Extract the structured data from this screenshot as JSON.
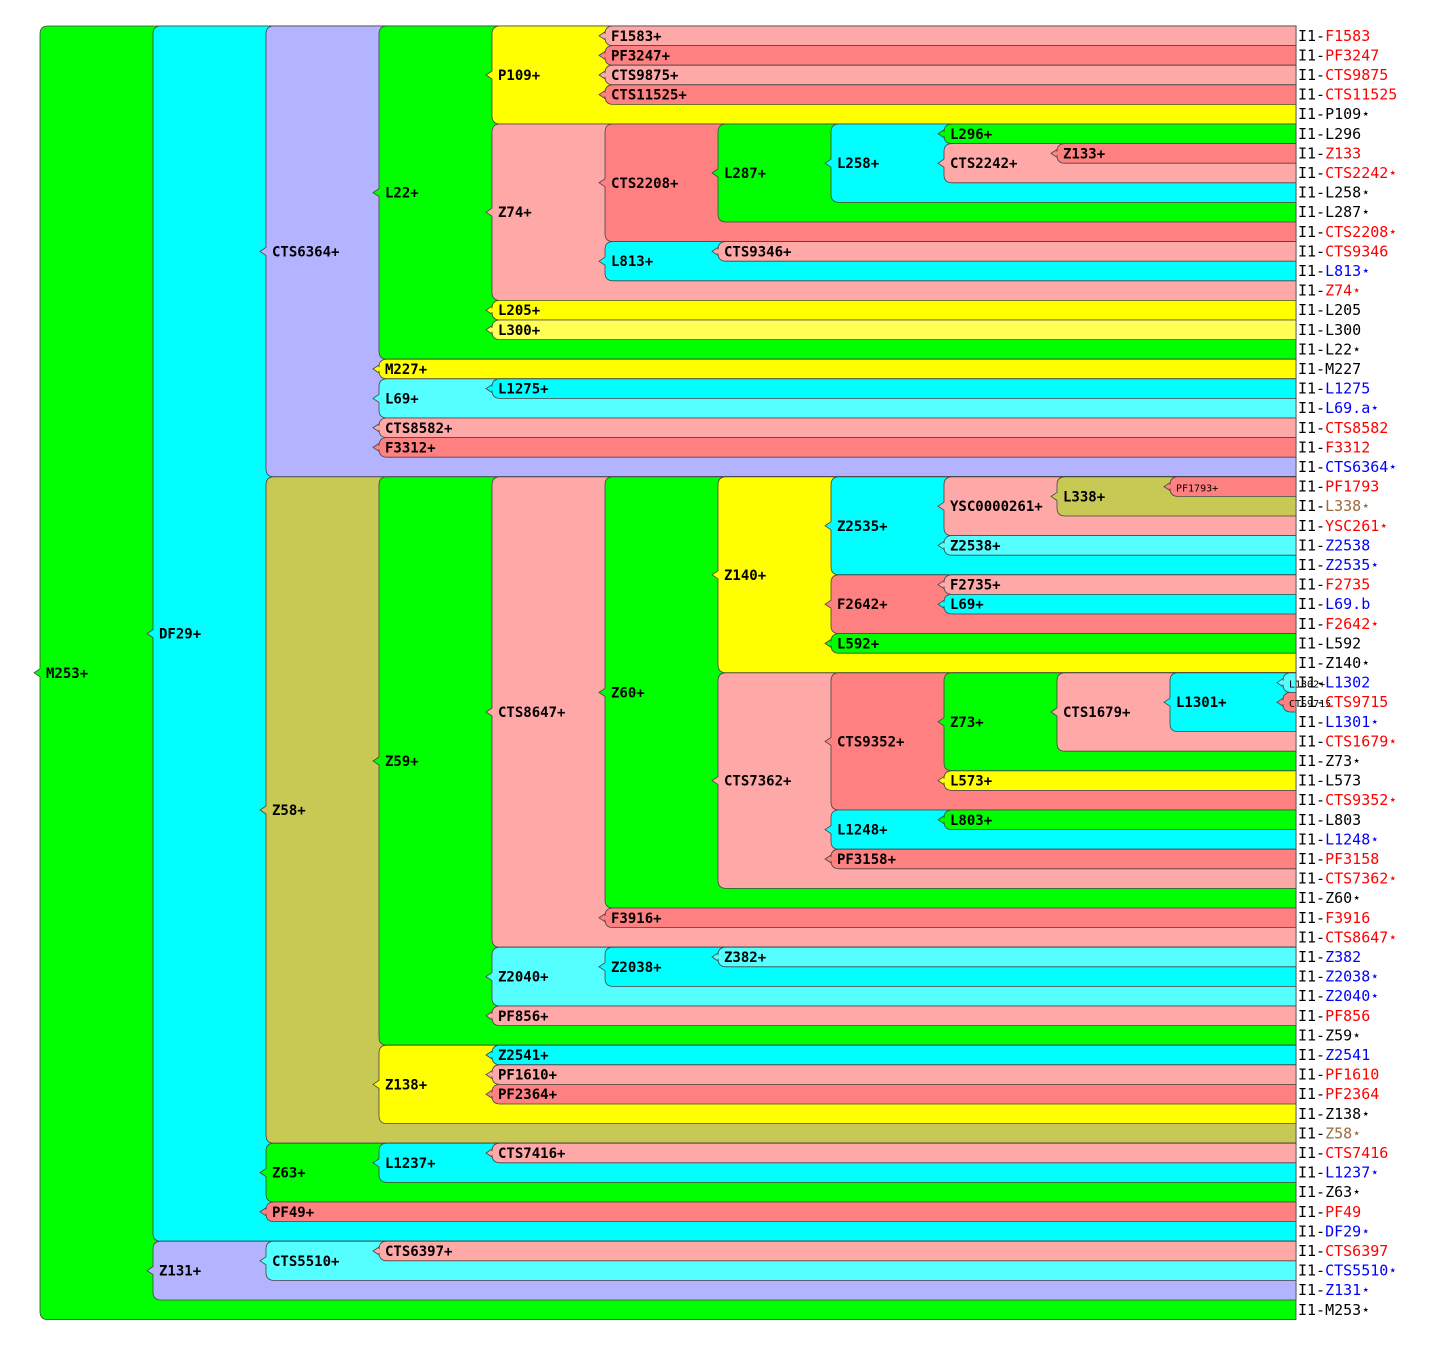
{
  "tree": {
    "label": "M253+",
    "leaf": "M253",
    "color": "#00ff00",
    "children": [
      {
        "label": "DF29+",
        "leaf": "DF29",
        "color": "#00ffff",
        "children": [
          {
            "label": "CTS6364+",
            "leaf": "CTS6364",
            "color": "#b3b3ff",
            "children": [
              {
                "label": "L22+",
                "leaf": "L22",
                "color": "#00ff00",
                "children": [
                  {
                    "label": "P109+",
                    "leaf": "P109",
                    "color": "#ffff00",
                    "children": [
                      {
                        "label": "F1583+",
                        "color": "#ffa8a8"
                      },
                      {
                        "label": "PF3247+",
                        "color": "#ff8080"
                      },
                      {
                        "label": "CTS9875+",
                        "color": "#ffa8a8"
                      },
                      {
                        "label": "CTS11525+",
                        "color": "#ff8080"
                      }
                    ]
                  },
                  {
                    "label": "Z74+",
                    "leaf": "Z74",
                    "color": "#ffa8a8",
                    "children": [
                      {
                        "label": "CTS2208+",
                        "leaf": "CTS2208",
                        "color": "#ff8080",
                        "children": [
                          {
                            "label": "L287+",
                            "leaf": "L287",
                            "color": "#00ff00",
                            "children": [
                              {
                                "label": "L258+",
                                "leaf": "L258",
                                "color": "#00ffff",
                                "children": [
                                  {
                                    "label": "L296+",
                                    "color": "#00ff00"
                                  },
                                  {
                                    "label": "CTS2242+",
                                    "leaf": "CTS2242",
                                    "color": "#ffa8a8",
                                    "children": [
                                      {
                                        "label": "Z133+",
                                        "color": "#ff8080"
                                      }
                                    ]
                                  }
                                ]
                              }
                            ]
                          }
                        ]
                      },
                      {
                        "label": "L813+",
                        "leaf": "L813",
                        "color": "#00ffff",
                        "children": [
                          {
                            "label": "CTS9346+",
                            "color": "#ffa8a8"
                          }
                        ]
                      }
                    ]
                  },
                  {
                    "label": "L205+",
                    "color": "#ffff00"
                  },
                  {
                    "label": "L300+",
                    "color": "#ffff55"
                  }
                ]
              },
              {
                "label": "M227+",
                "color": "#ffff00"
              },
              {
                "label": "L69+",
                "leaf": "L69.a",
                "color": "#55ffff",
                "children": [
                  {
                    "label": "L1275+",
                    "color": "#00ffff"
                  }
                ]
              },
              {
                "label": "CTS8582+",
                "color": "#ffa8a8"
              },
              {
                "label": "F3312+",
                "color": "#ff8080"
              }
            ]
          },
          {
            "label": "Z58+",
            "leaf": "Z58",
            "color": "#c8c855",
            "children": [
              {
                "label": "Z59+",
                "leaf": "Z59",
                "color": "#00ff00",
                "children": [
                  {
                    "label": "CTS8647+",
                    "leaf": "CTS8647",
                    "color": "#ffa8a8",
                    "children": [
                      {
                        "label": "Z60+",
                        "leaf": "Z60",
                        "color": "#00ff00",
                        "children": [
                          {
                            "label": "Z140+",
                            "leaf": "Z140",
                            "color": "#ffff00",
                            "children": [
                              {
                                "label": "Z2535+",
                                "leaf": "Z2535",
                                "color": "#00ffff",
                                "children": [
                                  {
                                    "label": "YSC0000261+",
                                    "leaf": "YSC261",
                                    "color": "#ffa8a8",
                                    "children": [
                                      {
                                        "label": "L338+",
                                        "leaf": "L338",
                                        "color": "#c8c855",
                                        "children": [
                                          {
                                            "label": "PF1793+",
                                            "leaf": "PF1793",
                                            "small": true,
                                            "color": "#ff8080"
                                          }
                                        ]
                                      }
                                    ]
                                  },
                                  {
                                    "label": "Z2538+",
                                    "color": "#55ffff"
                                  }
                                ]
                              },
                              {
                                "label": "F2642+",
                                "leaf": "F2642",
                                "color": "#ff8080",
                                "children": [
                                  {
                                    "label": "F2735+",
                                    "color": "#ffa8a8"
                                  },
                                  {
                                    "label": "L69+",
                                    "leaf": "L69.b",
                                    "color": "#00ffff"
                                  }
                                ]
                              },
                              {
                                "label": "L592+",
                                "color": "#00ff00"
                              }
                            ]
                          },
                          {
                            "label": "CTS7362+",
                            "leaf": "CTS7362",
                            "color": "#ffa8a8",
                            "children": [
                              {
                                "label": "CTS9352+",
                                "leaf": "CTS9352",
                                "color": "#ff8080",
                                "children": [
                                  {
                                    "label": "Z73+",
                                    "leaf": "Z73",
                                    "color": "#00ff00",
                                    "children": [
                                      {
                                        "label": "CTS1679+",
                                        "leaf": "CTS1679",
                                        "color": "#ffa8a8",
                                        "children": [
                                          {
                                            "label": "L1301+",
                                            "leaf": "L1301",
                                            "color": "#00ffff",
                                            "children": [
                                              {
                                                "label": "L1302+",
                                                "leaf": "L1302",
                                                "small": true,
                                                "color": "#55ffff"
                                              },
                                              {
                                                "label": "CTS9715",
                                                "leaf": "CTS9715",
                                                "small": true,
                                                "color": "#ff8080"
                                              }
                                            ]
                                          }
                                        ]
                                      }
                                    ]
                                  },
                                  {
                                    "label": "L573+",
                                    "color": "#ffff00"
                                  }
                                ]
                              },
                              {
                                "label": "L1248+",
                                "leaf": "L1248",
                                "color": "#00ffff",
                                "children": [
                                  {
                                    "label": "L803+",
                                    "color": "#00ff00"
                                  }
                                ]
                              },
                              {
                                "label": "PF3158+",
                                "color": "#ff8080"
                              }
                            ]
                          }
                        ]
                      },
                      {
                        "label": "F3916+",
                        "color": "#ff8080"
                      }
                    ]
                  },
                  {
                    "label": "Z2040+",
                    "leaf": "Z2040",
                    "color": "#55ffff",
                    "children": [
                      {
                        "label": "Z2038+",
                        "leaf": "Z2038",
                        "color": "#00ffff",
                        "children": [
                          {
                            "label": "Z382+",
                            "color": "#55ffff"
                          }
                        ]
                      }
                    ]
                  },
                  {
                    "label": "PF856+",
                    "color": "#ffa8a8"
                  }
                ]
              },
              {
                "label": "Z138+",
                "leaf": "Z138",
                "color": "#ffff00",
                "children": [
                  {
                    "label": "Z2541+",
                    "color": "#00ffff"
                  },
                  {
                    "label": "PF1610+",
                    "color": "#ffa8a8"
                  },
                  {
                    "label": "PF2364+",
                    "color": "#ff8080"
                  }
                ]
              }
            ]
          },
          {
            "label": "Z63+",
            "leaf": "Z63",
            "color": "#00ff00",
            "children": [
              {
                "label": "L1237+",
                "leaf": "L1237",
                "color": "#00ffff",
                "children": [
                  {
                    "label": "CTS7416+",
                    "color": "#ffa8a8"
                  }
                ]
              }
            ]
          },
          {
            "label": "PF49+",
            "color": "#ff8080"
          }
        ]
      },
      {
        "label": "Z131+",
        "leaf": "Z131",
        "color": "#b3b3ff",
        "children": [
          {
            "label": "CTS5510+",
            "leaf": "CTS5510",
            "color": "#55ffff",
            "children": [
              {
                "label": "CTS6397+",
                "color": "#ffa8a8"
              }
            ]
          }
        ]
      }
    ]
  },
  "rows": [
    {
      "prefix": "I1-",
      "name": "F1583",
      "color": "#ff0000"
    },
    {
      "prefix": "I1-",
      "name": "PF3247",
      "color": "#ff0000"
    },
    {
      "prefix": "I1-",
      "name": "CTS9875",
      "color": "#ff0000"
    },
    {
      "prefix": "I1-",
      "name": "CTS11525",
      "color": "#ff0000"
    },
    {
      "prefix": "I1-",
      "name": "P109⋆",
      "color": "#000000"
    },
    {
      "prefix": "I1-",
      "name": "L296",
      "color": "#000000"
    },
    {
      "prefix": "I1-",
      "name": "Z133",
      "color": "#ff0000"
    },
    {
      "prefix": "I1-",
      "name": "CTS2242⋆",
      "color": "#ff0000"
    },
    {
      "prefix": "I1-",
      "name": "L258⋆",
      "color": "#000000"
    },
    {
      "prefix": "I1-",
      "name": "L287⋆",
      "color": "#000000"
    },
    {
      "prefix": "I1-",
      "name": "CTS2208⋆",
      "color": "#ff0000"
    },
    {
      "prefix": "I1-",
      "name": "CTS9346",
      "color": "#ff0000"
    },
    {
      "prefix": "I1-",
      "name": "L813⋆",
      "color": "#0000ff"
    },
    {
      "prefix": "I1-",
      "name": "Z74⋆",
      "color": "#ff0000"
    },
    {
      "prefix": "I1-",
      "name": "L205",
      "color": "#000000"
    },
    {
      "prefix": "I1-",
      "name": "L300",
      "color": "#000000"
    },
    {
      "prefix": "I1-",
      "name": "L22⋆",
      "color": "#000000"
    },
    {
      "prefix": "I1-",
      "name": "M227",
      "color": "#000000"
    },
    {
      "prefix": "I1-",
      "name": "L1275",
      "color": "#0000ff"
    },
    {
      "prefix": "I1-",
      "name": "L69.a⋆",
      "color": "#0000ff"
    },
    {
      "prefix": "I1-",
      "name": "CTS8582",
      "color": "#ff0000"
    },
    {
      "prefix": "I1-",
      "name": "F3312",
      "color": "#ff0000"
    },
    {
      "prefix": "I1-",
      "name": "CTS6364⋆",
      "color": "#0000ff"
    },
    {
      "prefix": "I1-",
      "name": "PF1793",
      "color": "#ff0000"
    },
    {
      "prefix": "I1-",
      "name": "L338⋆",
      "color": "#9b6a3a"
    },
    {
      "prefix": "I1-",
      "name": "YSC261⋆",
      "color": "#ff0000"
    },
    {
      "prefix": "I1-",
      "name": "Z2538",
      "color": "#0000ff"
    },
    {
      "prefix": "I1-",
      "name": "Z2535⋆",
      "color": "#0000ff"
    },
    {
      "prefix": "I1-",
      "name": "F2735",
      "color": "#ff0000"
    },
    {
      "prefix": "I1-",
      "name": "L69.b",
      "color": "#0000ff"
    },
    {
      "prefix": "I1-",
      "name": "F2642⋆",
      "color": "#ff0000"
    },
    {
      "prefix": "I1-",
      "name": "L592",
      "color": "#000000"
    },
    {
      "prefix": "I1-",
      "name": "Z140⋆",
      "color": "#000000"
    },
    {
      "prefix": "I1-",
      "name": "L1302",
      "color": "#0000ff"
    },
    {
      "prefix": "I1-",
      "name": "CTS9715",
      "color": "#ff0000"
    },
    {
      "prefix": "I1-",
      "name": "L1301⋆",
      "color": "#0000ff"
    },
    {
      "prefix": "I1-",
      "name": "CTS1679⋆",
      "color": "#ff0000"
    },
    {
      "prefix": "I1-",
      "name": "Z73⋆",
      "color": "#000000"
    },
    {
      "prefix": "I1-",
      "name": "L573",
      "color": "#000000"
    },
    {
      "prefix": "I1-",
      "name": "CTS9352⋆",
      "color": "#ff0000"
    },
    {
      "prefix": "I1-",
      "name": "L803",
      "color": "#000000"
    },
    {
      "prefix": "I1-",
      "name": "L1248⋆",
      "color": "#0000ff"
    },
    {
      "prefix": "I1-",
      "name": "PF3158",
      "color": "#ff0000"
    },
    {
      "prefix": "I1-",
      "name": "CTS7362⋆",
      "color": "#ff0000"
    },
    {
      "prefix": "I1-",
      "name": "Z60⋆",
      "color": "#000000"
    },
    {
      "prefix": "I1-",
      "name": "F3916",
      "color": "#ff0000"
    },
    {
      "prefix": "I1-",
      "name": "CTS8647⋆",
      "color": "#ff0000"
    },
    {
      "prefix": "I1-",
      "name": "Z382",
      "color": "#0000ff"
    },
    {
      "prefix": "I1-",
      "name": "Z2038⋆",
      "color": "#0000ff"
    },
    {
      "prefix": "I1-",
      "name": "Z2040⋆",
      "color": "#0000ff"
    },
    {
      "prefix": "I1-",
      "name": "PF856",
      "color": "#ff0000"
    },
    {
      "prefix": "I1-",
      "name": "Z59⋆",
      "color": "#000000"
    },
    {
      "prefix": "I1-",
      "name": "Z2541",
      "color": "#0000ff"
    },
    {
      "prefix": "I1-",
      "name": "PF1610",
      "color": "#ff0000"
    },
    {
      "prefix": "I1-",
      "name": "PF2364",
      "color": "#ff0000"
    },
    {
      "prefix": "I1-",
      "name": "Z138⋆",
      "color": "#000000"
    },
    {
      "prefix": "I1-",
      "name": "Z58⋆",
      "color": "#9b6a3a"
    },
    {
      "prefix": "I1-",
      "name": "CTS7416",
      "color": "#ff0000"
    },
    {
      "prefix": "I1-",
      "name": "L1237⋆",
      "color": "#0000ff"
    },
    {
      "prefix": "I1-",
      "name": "Z63⋆",
      "color": "#000000"
    },
    {
      "prefix": "I1-",
      "name": "PF49",
      "color": "#ff0000"
    },
    {
      "prefix": "I1-",
      "name": "DF29⋆",
      "color": "#0000ff"
    },
    {
      "prefix": "I1-",
      "name": "CTS6397",
      "color": "#ff0000"
    },
    {
      "prefix": "I1-",
      "name": "CTS5510⋆",
      "color": "#0000ff"
    },
    {
      "prefix": "I1-",
      "name": "Z131⋆",
      "color": "#0000ff"
    },
    {
      "prefix": "I1-",
      "name": "M253⋆",
      "color": "#000000"
    }
  ]
}
